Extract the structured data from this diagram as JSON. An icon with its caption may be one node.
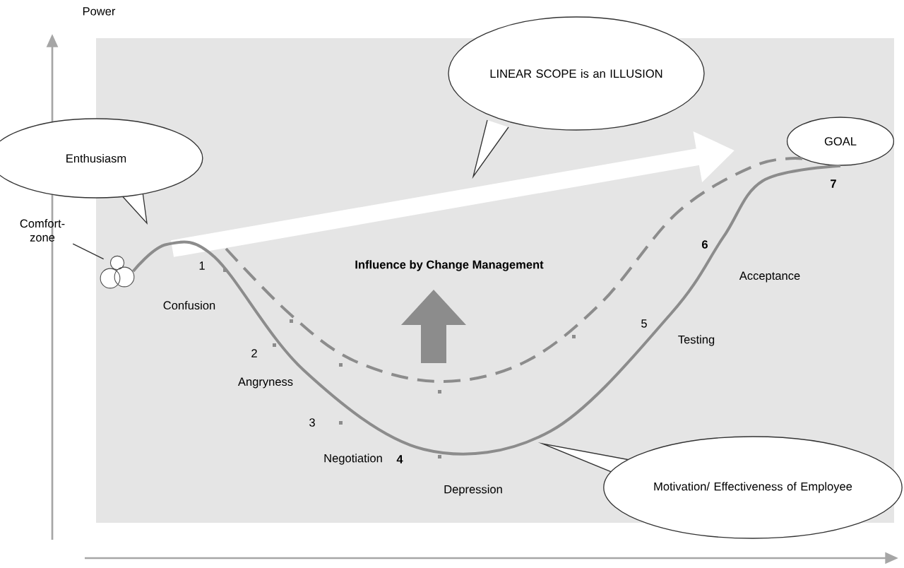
{
  "diagram": {
    "nodes": [
      {
        "text": [
          "Enthusiasm"
        ]
      },
      {
        "text": [
          "LINEAR SCOPE is an ILLUSION"
        ]
      },
      {
        "text": [
          "GOAL"
        ]
      },
      {
        "text": [
          "Motivation/ Effectiveness of Employee"
        ]
      },
      {
        "text": [
          "Comfort-zone"
        ]
      },
      {
        "text": [],
        "shape": "circle"
      }
    ],
    "edges": [
      {
        "from": 4,
        "to": 5,
        "arrow": "none"
      },
      {
        "from": null,
        "to": 2,
        "arrow": "to",
        "style": "thick",
        "color": "#ffffff"
      },
      {
        "from": 5,
        "to": 2,
        "arrow": "none",
        "color": "#8c8c8c"
      },
      {
        "from": null,
        "to": 2,
        "arrow": "none",
        "style": "dashed",
        "color": "#8c8c8c"
      }
    ],
    "labels": [
      "Power",
      "1",
      "Confusion",
      "Influence by Change Management",
      "2",
      "Angryness",
      "3",
      "Negotiation",
      "4",
      "Depression",
      "5",
      "Testing",
      "6",
      "Acceptance",
      "7"
    ]
  }
}
